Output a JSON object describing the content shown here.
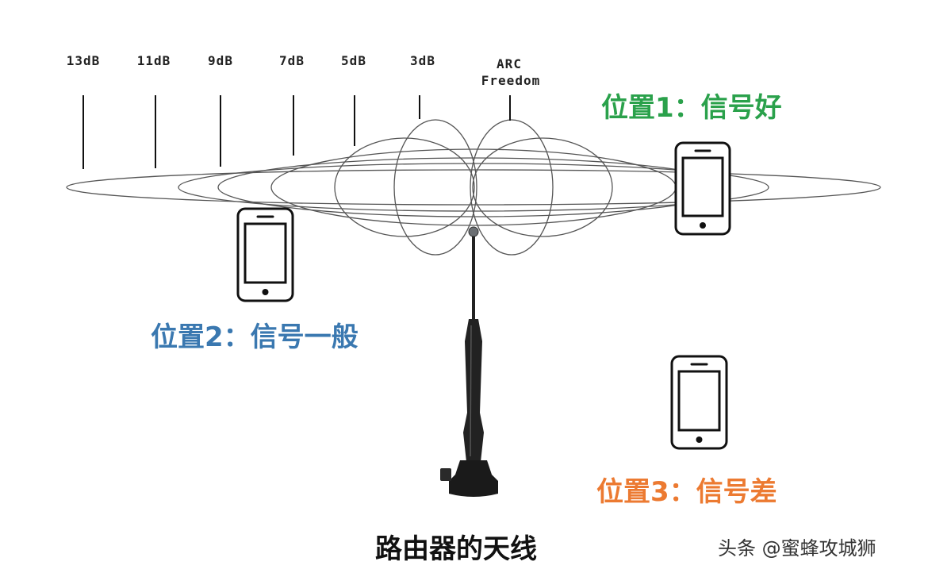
{
  "antenna_gains": [
    "13dB",
    "11dB",
    "9dB",
    "7dB",
    "5dB",
    "3dB"
  ],
  "arc_label": [
    "ARC",
    "Freedom"
  ],
  "positions": [
    {
      "label": "位置1：信号好",
      "color": "#2aa14b"
    },
    {
      "label": "位置2：信号一般",
      "color": "#3a78b0"
    },
    {
      "label": "位置3：信号差",
      "color": "#ec7a31"
    }
  ],
  "caption": "路由器的天线",
  "watermark": "头条 @蜜蜂攻城狮"
}
